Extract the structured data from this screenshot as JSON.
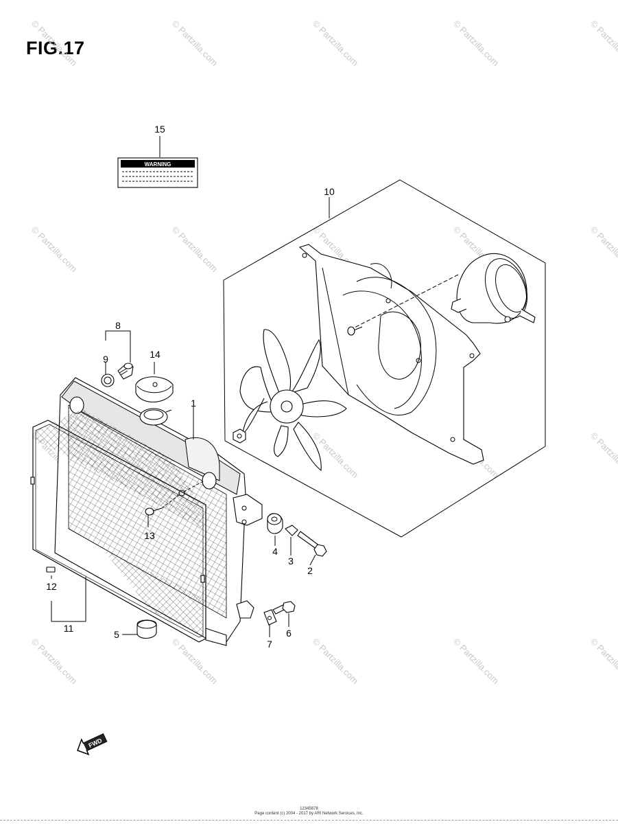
{
  "figure": {
    "title": "FIG.17"
  },
  "label": {
    "header": "WARNING"
  },
  "fwd_badge": "FWD",
  "callouts": [
    {
      "id": "c1",
      "text": "1"
    },
    {
      "id": "c2",
      "text": "2"
    },
    {
      "id": "c3",
      "text": "3"
    },
    {
      "id": "c4",
      "text": "4"
    },
    {
      "id": "c5",
      "text": "5"
    },
    {
      "id": "c6",
      "text": "6"
    },
    {
      "id": "c7",
      "text": "7"
    },
    {
      "id": "c8",
      "text": "8"
    },
    {
      "id": "c9",
      "text": "9"
    },
    {
      "id": "c10",
      "text": "10"
    },
    {
      "id": "c11",
      "text": "11"
    },
    {
      "id": "c12",
      "text": "12"
    },
    {
      "id": "c13",
      "text": "13"
    },
    {
      "id": "c14",
      "text": "14"
    },
    {
      "id": "c15",
      "text": "15"
    }
  ],
  "watermark": {
    "text": "© Partzilla.com"
  },
  "footer": {
    "code": "12345678",
    "copyright": "Page content (c) 2004 - 2017 by ARI Network Services, Inc."
  }
}
